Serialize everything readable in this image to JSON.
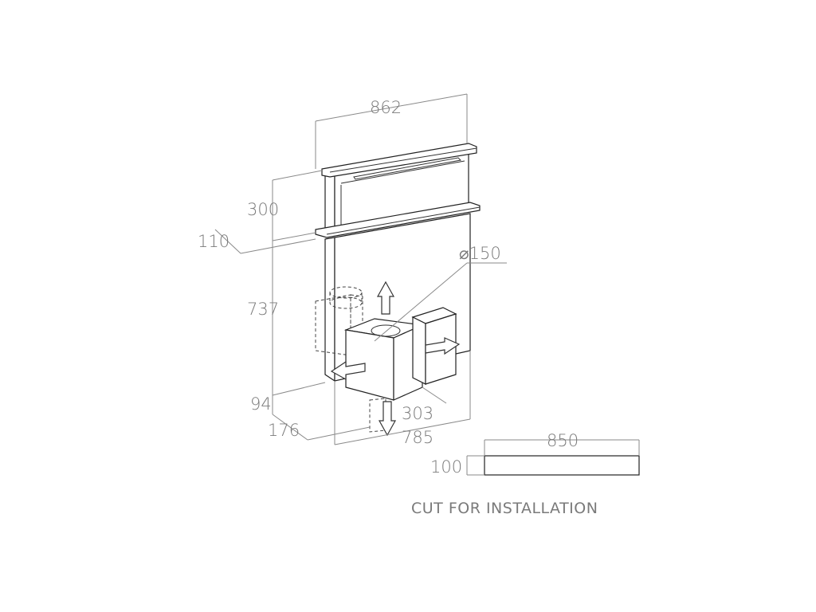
{
  "colors": {
    "text": "#7a7a7a",
    "line": "#8a8a8a",
    "drawing": "#222222"
  },
  "dimensions": {
    "width_top": "862",
    "height_pull": "300",
    "frame_depth": "110",
    "body_height": "737",
    "bottom_offset": "94",
    "depth_bottom": "176",
    "motor_width": "303",
    "total_depth": "785",
    "duct_diameter": "⌀150"
  },
  "cutout": {
    "width": "850",
    "height": "100",
    "caption": "CUT FOR INSTALLATION"
  }
}
